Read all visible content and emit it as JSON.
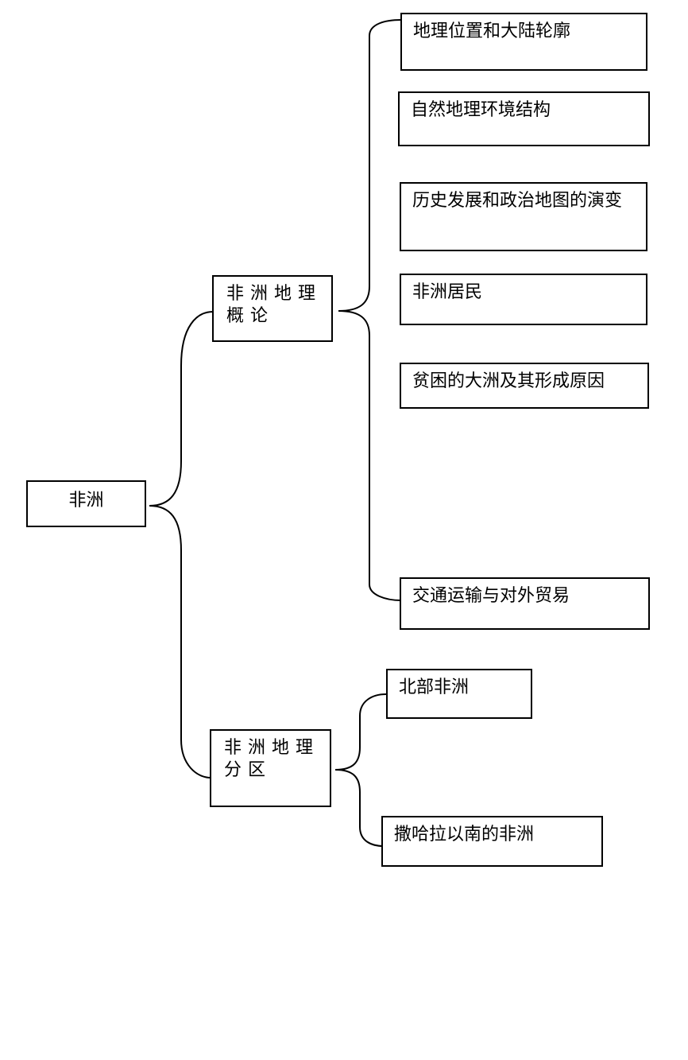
{
  "root": {
    "label": "非洲"
  },
  "branches": [
    {
      "label": "非洲地理概论",
      "children": [
        "地理位置和大陆轮廓",
        "自然地理环境结构",
        "历史发展和政治地图的演变",
        "非洲居民",
        "贫困的大洲及其形成原因",
        "交通运输与对外贸易"
      ]
    },
    {
      "label": "非洲地理分区",
      "children": [
        "北部非洲",
        "撒哈拉以南的非洲"
      ]
    }
  ],
  "colors": {
    "line": "#000000",
    "box_border": "#000000",
    "background": "#ffffff"
  }
}
